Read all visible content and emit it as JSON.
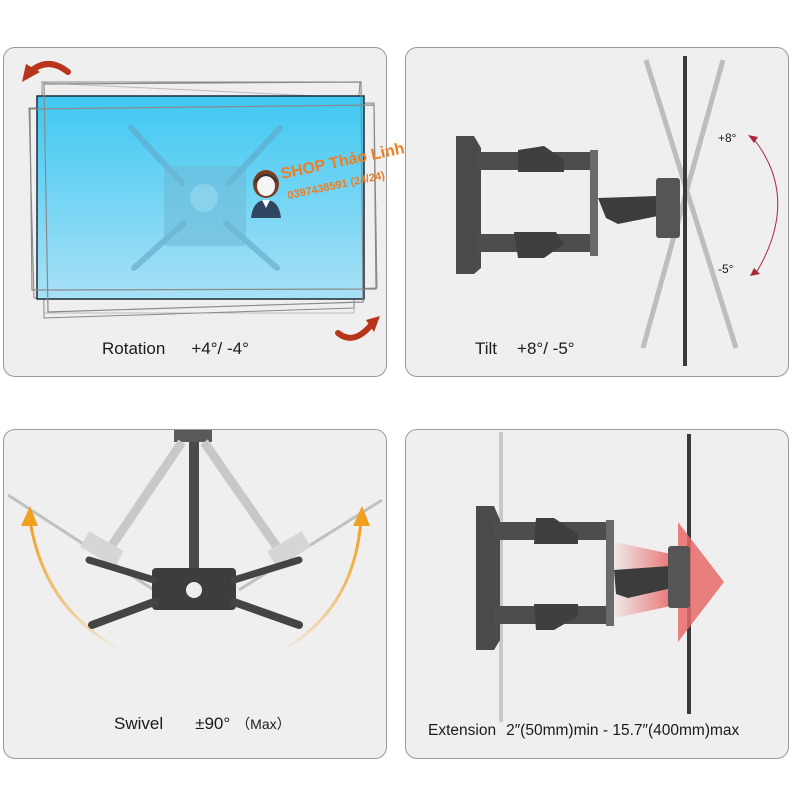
{
  "panels": [
    {
      "id": "rotation",
      "label": "Rotation",
      "value": "+4°/ -4°",
      "colors": {
        "screen": "#4fc8f0",
        "arrow": "#b8341b"
      }
    },
    {
      "id": "tilt",
      "label": "Tilt",
      "value": "+8°/ -5°",
      "markers": {
        "up": "+8°",
        "down": "-5°"
      },
      "colors": {
        "arc": "#a8283a"
      }
    },
    {
      "id": "swivel",
      "label": "Swivel",
      "value": "±90°",
      "qualifier": "（Max）",
      "colors": {
        "arrow": "#f0a020"
      }
    },
    {
      "id": "extension",
      "label": "Extension",
      "value": "2″(50mm)min - 15.7″(400mm)max",
      "colors": {
        "arrow": "#e86a6a"
      }
    }
  ],
  "watermark": {
    "shop_name": "SHOP Thảo Linh",
    "phone": "0397438591 (24/24)",
    "color": "#ef7d22",
    "icon": "support-agent-icon"
  }
}
